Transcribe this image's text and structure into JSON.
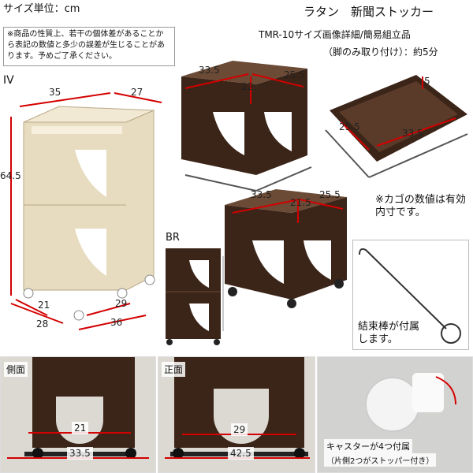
{
  "header": {
    "unit_label": "サイズ単位：cm",
    "title": "ラタン　新聞ストッカー",
    "subtitle_line1": "TMR-10サイズ画像詳細/簡易組立品",
    "subtitle_line2": "（脚のみ取り付け）：約5分"
  },
  "disclaimer": "※商品の性質上、若干の個体差があることから表記の数値と多少の誤差が生じることがあります。予めご了承ください。",
  "product_iv": {
    "code": "IV",
    "dims": {
      "width_top": "35",
      "depth_top": "27",
      "height": "64.5",
      "base_depth_inner": "21",
      "base_depth": "28",
      "base_width_inner": "29",
      "base_width": "36"
    }
  },
  "product_br": {
    "code": "BR"
  },
  "basket_top": {
    "dims": {
      "a": "33.5",
      "b": "25.5",
      "h": "22"
    }
  },
  "tray": {
    "dims": {
      "a": "25.5",
      "b": "33.5",
      "h": "5"
    }
  },
  "basket_bottom": {
    "dims": {
      "a": "33.5",
      "b": "25.5",
      "h": "21.5"
    }
  },
  "inner_note": "※カゴの数値は有効内寸です。",
  "rod_note": "結束棒が付属します。",
  "side_view": {
    "label": "側面",
    "inner": "21",
    "outer": "33.5"
  },
  "front_view": {
    "label": "正面",
    "inner": "29",
    "outer": "42.5"
  },
  "caster": {
    "line1": "キャスターが4つ付属",
    "line2": "（片側2つがストッパー付き）"
  },
  "colors": {
    "rattan_brown": "#3b2418",
    "rattan_ivory": "#e8dcc0",
    "dimension_line": "#d40000"
  }
}
